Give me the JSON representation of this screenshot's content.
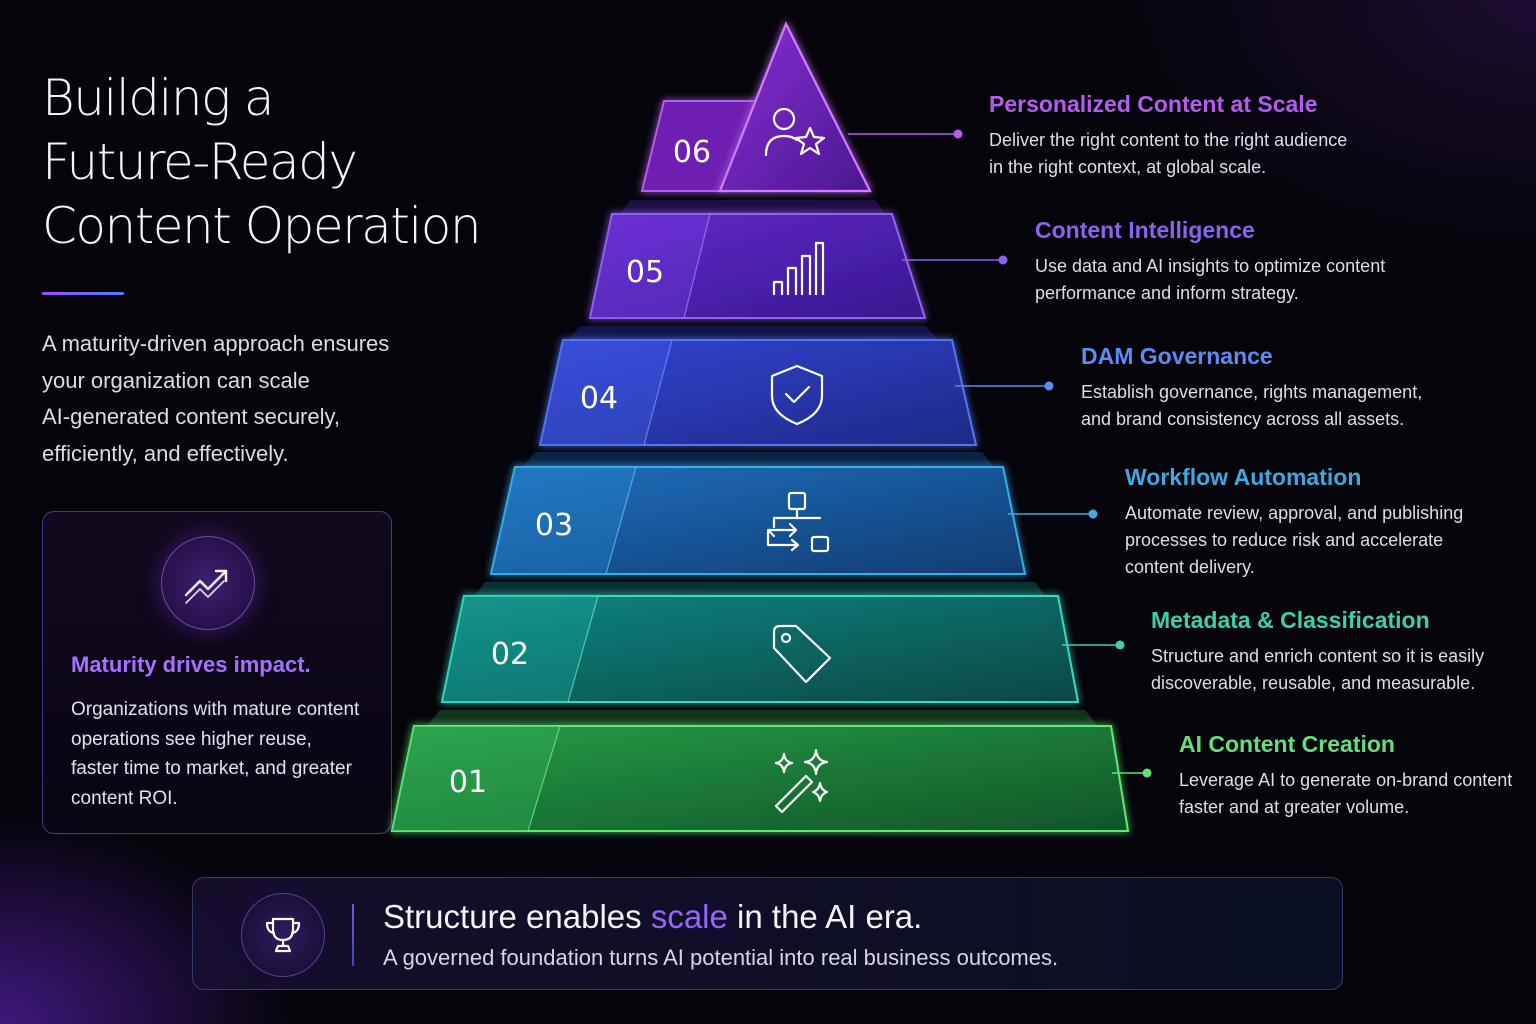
{
  "header": {
    "title_lines": [
      "Building a",
      "Future-Ready",
      "Content Operation"
    ],
    "intro_lines": [
      "A maturity-driven approach ensures",
      "your organization can scale",
      "AI-generated content securely,",
      "efficiently, and effectively."
    ]
  },
  "impact_card": {
    "icon": "trending-up-icon",
    "title": "Maturity drives impact.",
    "body_lines": [
      "Organizations with mature content",
      "operations see higher reuse,",
      "faster time to market, and greater",
      "content ROI."
    ]
  },
  "levels": [
    {
      "number": "06",
      "icon": "user-star-icon",
      "title": "Personalized Content at Scale",
      "description_lines": [
        "Deliver the right content to the right audience",
        "in the right context, at global scale."
      ],
      "color": "#b45cf0"
    },
    {
      "number": "05",
      "icon": "bar-chart-icon",
      "title": "Content Intelligence",
      "description_lines": [
        "Use data and AI insights to optimize content",
        "performance and inform strategy."
      ],
      "color": "#8b63ee"
    },
    {
      "number": "04",
      "icon": "shield-check-icon",
      "title": "DAM Governance",
      "description_lines": [
        "Establish governance, rights management,",
        "and brand consistency across all assets."
      ],
      "color": "#5d8bf2"
    },
    {
      "number": "03",
      "icon": "workflow-icon",
      "title": "Workflow Automation",
      "description_lines": [
        "Automate review, approval, and publishing",
        "processes to reduce risk and accelerate",
        "content delivery."
      ],
      "color": "#3ea9e0"
    },
    {
      "number": "02",
      "icon": "tag-icon",
      "title": "Metadata & Classification",
      "description_lines": [
        "Structure and enrich content so it is easily",
        "discoverable, reusable, and measurable."
      ],
      "color": "#3cd1a8"
    },
    {
      "number": "01",
      "icon": "sparkles-wand-icon",
      "title": "AI Content Creation",
      "description_lines": [
        "Leverage AI to generate on-brand content",
        "faster and at greater volume."
      ],
      "color": "#63e07a"
    }
  ],
  "banner": {
    "icon": "trophy-icon",
    "headline_before": "Structure enables ",
    "headline_highlight": "scale",
    "headline_after": " in the AI era.",
    "subline": "A governed foundation turns AI potential into real business outcomes."
  }
}
